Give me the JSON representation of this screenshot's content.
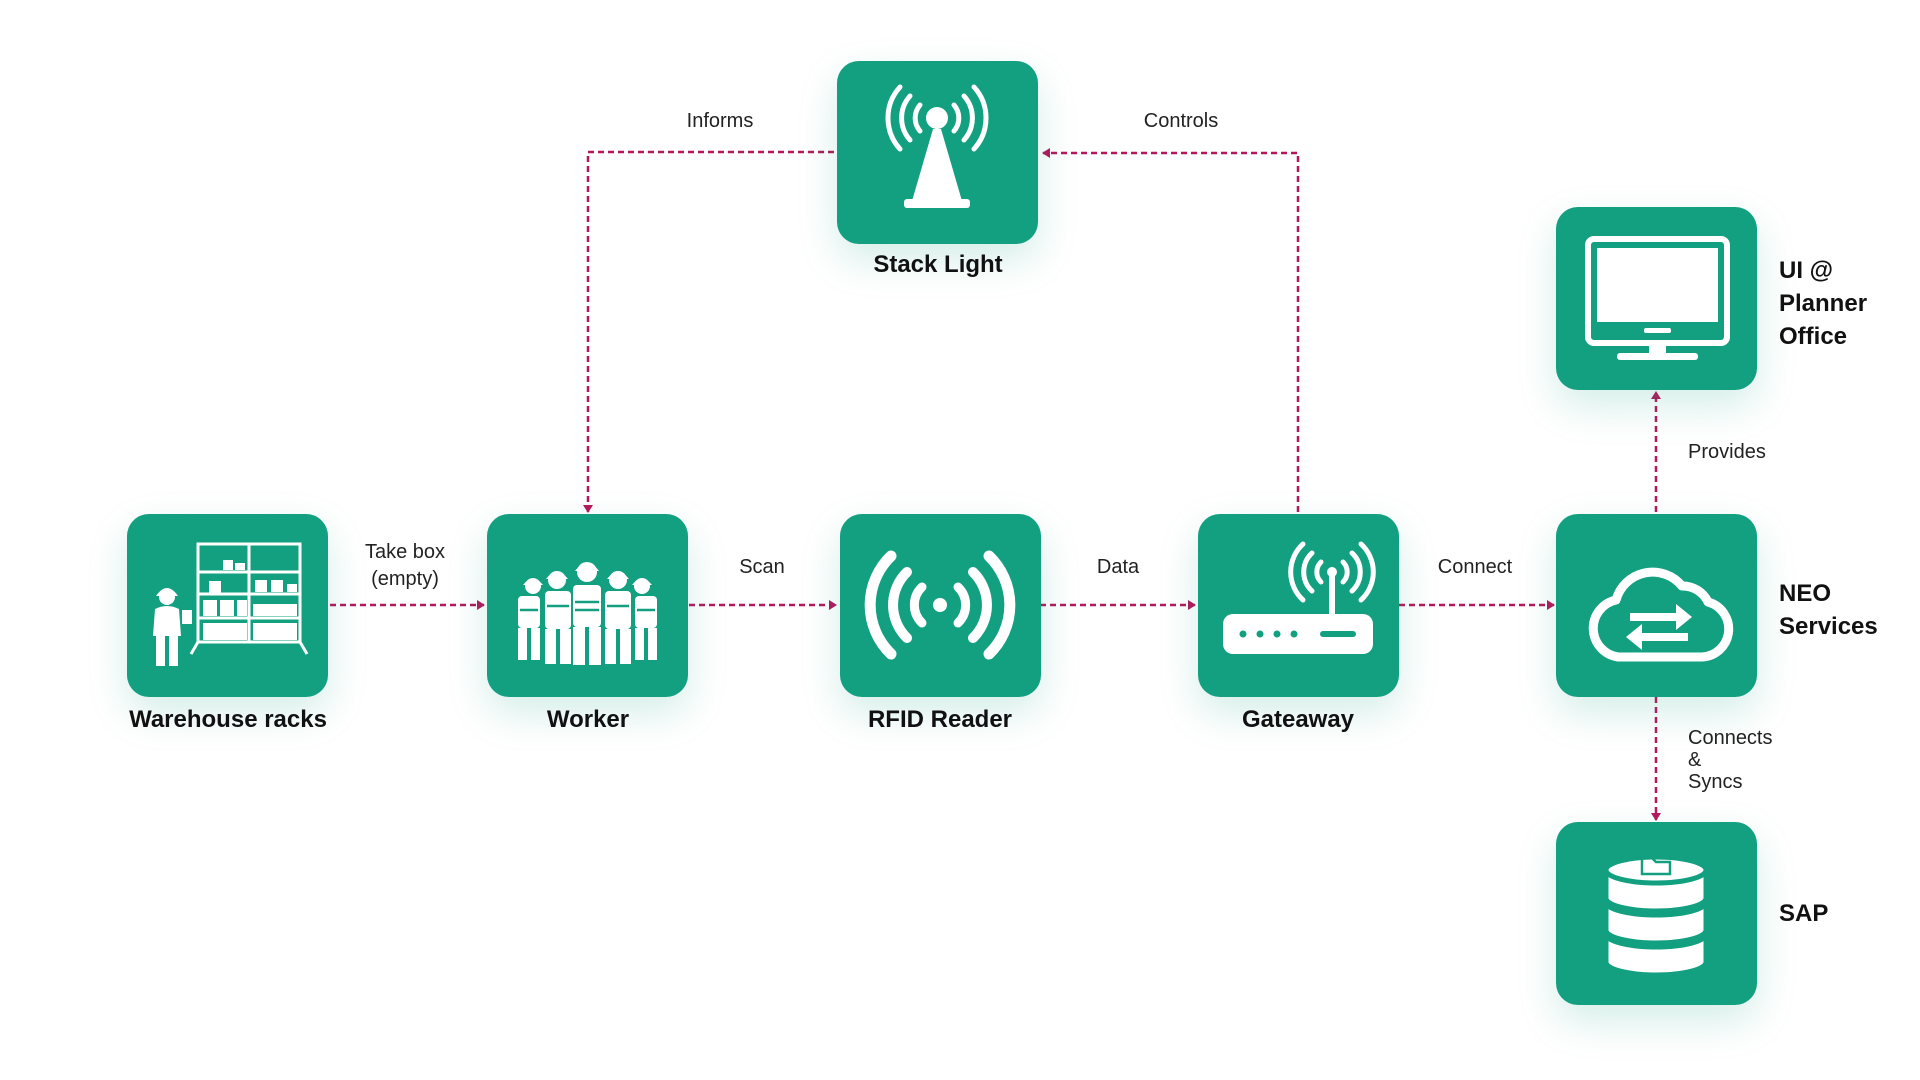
{
  "colors": {
    "node_fill": "#12a080",
    "icon": "#ffffff",
    "arrow": "#b5175d",
    "label_text": "#111111"
  },
  "nodes": {
    "warehouse": {
      "label": "Warehouse racks",
      "icon": "warehouse-worker-icon"
    },
    "worker": {
      "label": "Worker",
      "icon": "workers-group-icon"
    },
    "rfid": {
      "label": "RFID Reader",
      "icon": "rfid-signal-icon"
    },
    "gateway": {
      "label": "Gateaway",
      "icon": "router-icon"
    },
    "neo": {
      "label_lines": [
        "NEO",
        "Services"
      ],
      "icon": "cloud-sync-icon"
    },
    "stack_light": {
      "label": "Stack Light",
      "icon": "antenna-tower-icon"
    },
    "ui_planner": {
      "label_lines": [
        "UI @",
        "Planner",
        "Office"
      ],
      "icon": "monitor-icon"
    },
    "sap": {
      "label": "SAP",
      "icon": "database-icon"
    }
  },
  "edges": {
    "take_box": {
      "lines": [
        "Take box",
        "(empty)"
      ]
    },
    "scan": {
      "label": "Scan"
    },
    "data": {
      "label": "Data"
    },
    "connect": {
      "label": "Connect"
    },
    "informs": {
      "label": "Informs"
    },
    "controls": {
      "label": "Controls"
    },
    "provides": {
      "label": "Provides"
    },
    "connects_syncs": {
      "lines": [
        "Connects",
        "&",
        "Syncs"
      ]
    }
  }
}
